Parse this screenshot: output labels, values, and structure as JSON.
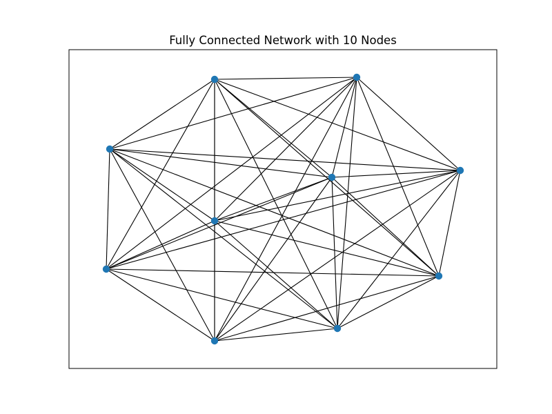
{
  "figure": {
    "title": "Fully Connected Network with 10 Nodes"
  },
  "graph": {
    "node_color": "#1f77b4",
    "edge_color": "#000000",
    "fully_connected": true,
    "node_count": 10,
    "nodes": [
      {
        "id": 0
      },
      {
        "id": 1
      },
      {
        "id": 2
      },
      {
        "id": 3
      },
      {
        "id": 4
      },
      {
        "id": 5
      },
      {
        "id": 6
      },
      {
        "id": 7
      },
      {
        "id": 8
      },
      {
        "id": 9
      }
    ]
  }
}
